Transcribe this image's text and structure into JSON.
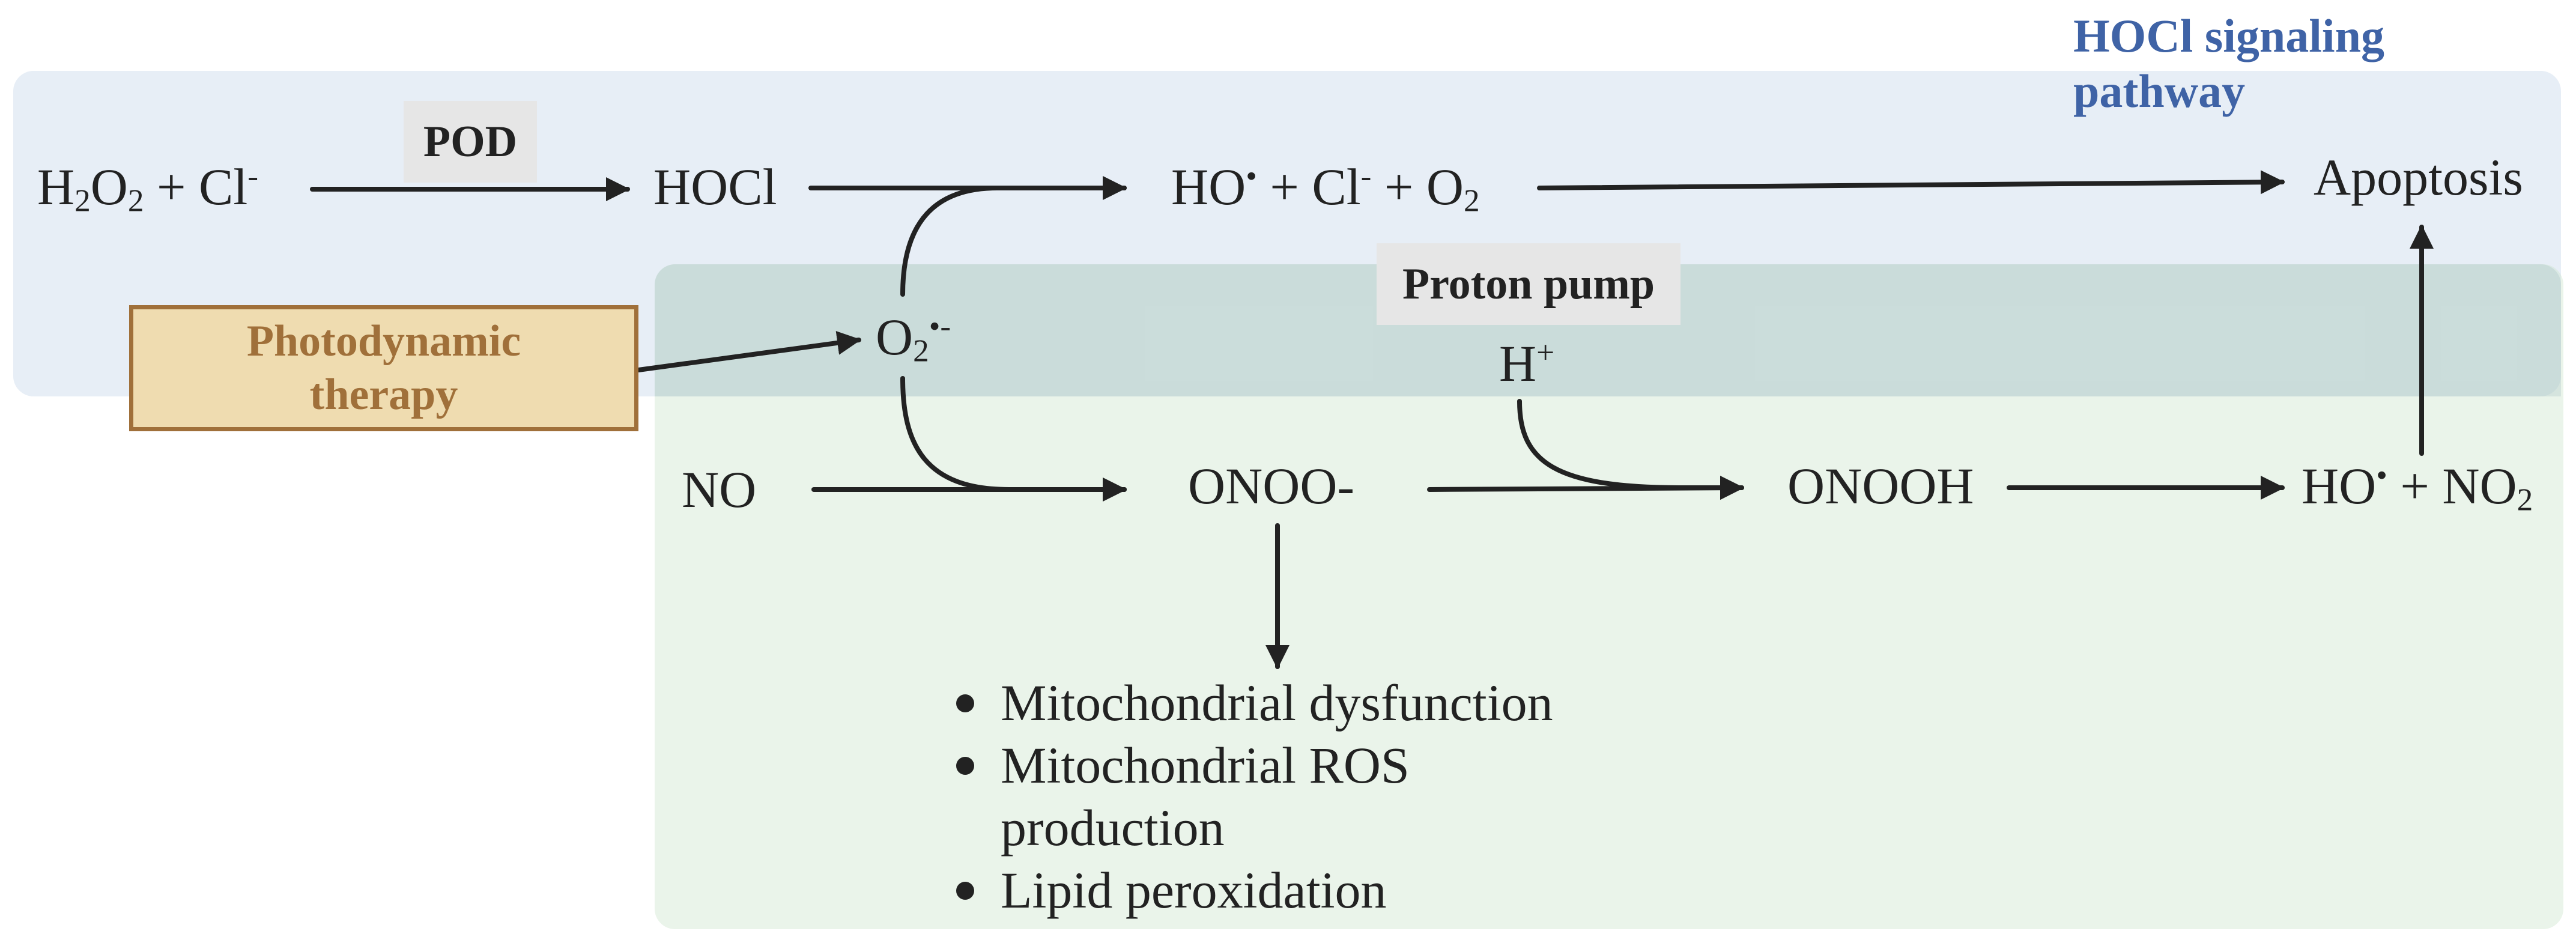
{
  "regions": {
    "hocl_title_line1": "HOCl signaling",
    "hocl_title_line2": "pathway"
  },
  "labels": {
    "pod": "POD",
    "proton_pump": "Proton pump",
    "photodynamic_line1": "Photodynamic",
    "photodynamic_line2": "therapy"
  },
  "nodes": {
    "h2o2_cl": {
      "h": "H",
      "two_a": "2",
      "o": "O",
      "two_b": "2",
      "plus_cl": " + Cl",
      "minus": "-"
    },
    "hocl": "HOCl",
    "ho_cl_o2": {
      "ho": "HO",
      "dot": "•",
      "plus_cl": " + Cl",
      "minus": "-",
      "plus_o": " + O",
      "two": "2"
    },
    "apoptosis": "Apoptosis",
    "o2_radical": {
      "o": "O",
      "two": "2",
      "charge": "•-"
    },
    "h_plus": {
      "h": "H",
      "plus": "+"
    },
    "no": "NO",
    "onoo": "ONOO-",
    "onooh": "ONOOH",
    "ho_no2": {
      "ho": "HO",
      "dot": "•",
      "plus_no": " + NO",
      "two": "2"
    }
  },
  "effects": [
    {
      "line1": "Mitochondrial dysfunction"
    },
    {
      "line1": "Mitochondrial ROS",
      "line2": "production"
    },
    {
      "line1": "Lipid peroxidation"
    }
  ],
  "colors": {
    "hocl_region": "#d5e1f0",
    "green_region": "#cee4ce",
    "pathway_title": "#3f63a6",
    "pdt_fill": "#efdcb0",
    "pdt_border": "#a0703a",
    "label_bg": "#e6e6e6",
    "arrow": "#222222"
  }
}
